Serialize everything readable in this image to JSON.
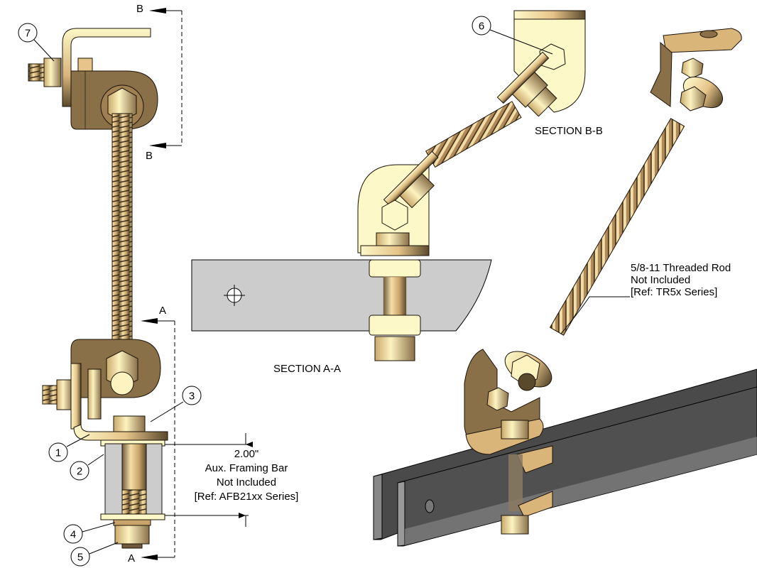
{
  "section_markers": {
    "b_top": "B",
    "b_bottom": "B",
    "a_top": "A",
    "a_bottom": "A"
  },
  "section_titles": {
    "bb": "SECTION B-B",
    "aa": "SECTION A-A"
  },
  "balloons": [
    {
      "number": "1"
    },
    {
      "number": "2"
    },
    {
      "number": "3"
    },
    {
      "number": "4"
    },
    {
      "number": "5"
    },
    {
      "number": "6"
    },
    {
      "number": "7"
    }
  ],
  "dimension": {
    "value": "2.00\"",
    "line1": "Aux. Framing Bar",
    "line2": "Not Included",
    "line3": "[Ref: AFB21xx Series]"
  },
  "rod_note": {
    "line1": "5/8-11 Threaded Rod",
    "line2": "Not Included",
    "line3": "[Ref: TR5x Series]"
  },
  "colors": {
    "brass_light": "#fdf8c8",
    "brass_mid": "#e6c48a",
    "brass_dark": "#6e5a3a",
    "bar_gray": "#cccccc",
    "bar_dark": "#4a4a4a"
  }
}
